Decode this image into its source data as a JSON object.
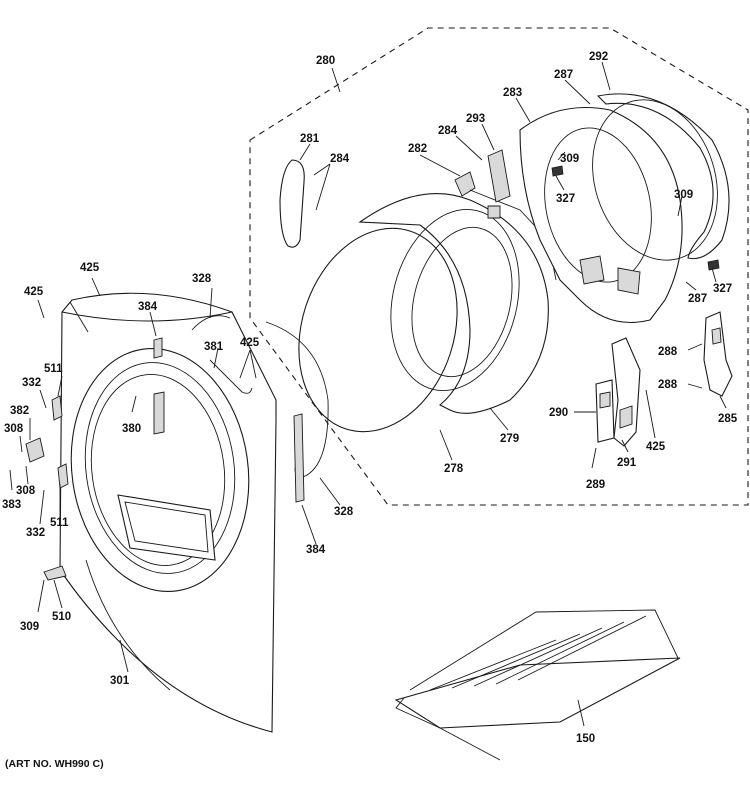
{
  "art_number": "(ART NO. WH990 C)",
  "callouts": {
    "c150": "150",
    "c278": "278",
    "c279": "279",
    "c280": "280",
    "c281": "281",
    "c282": "282",
    "c283": "283",
    "c284a": "284",
    "c284b": "284",
    "c285": "285",
    "c287a": "287",
    "c287b": "287",
    "c288a": "288",
    "c288b": "288",
    "c289": "289",
    "c290": "290",
    "c291": "291",
    "c292": "292",
    "c293": "293",
    "c301": "301",
    "c308a": "308",
    "c308b": "308",
    "c309a": "309",
    "c309b": "309",
    "c309c": "309",
    "c327a": "327",
    "c327b": "327",
    "c328a": "328",
    "c328b": "328",
    "c332a": "332",
    "c332b": "332",
    "c380": "380",
    "c381": "381",
    "c382": "382",
    "c383": "383",
    "c384a": "384",
    "c384b": "384",
    "c425a": "425",
    "c425b": "425",
    "c425c": "425",
    "c425d": "425",
    "c510": "510",
    "c511a": "511",
    "c511b": "511"
  }
}
